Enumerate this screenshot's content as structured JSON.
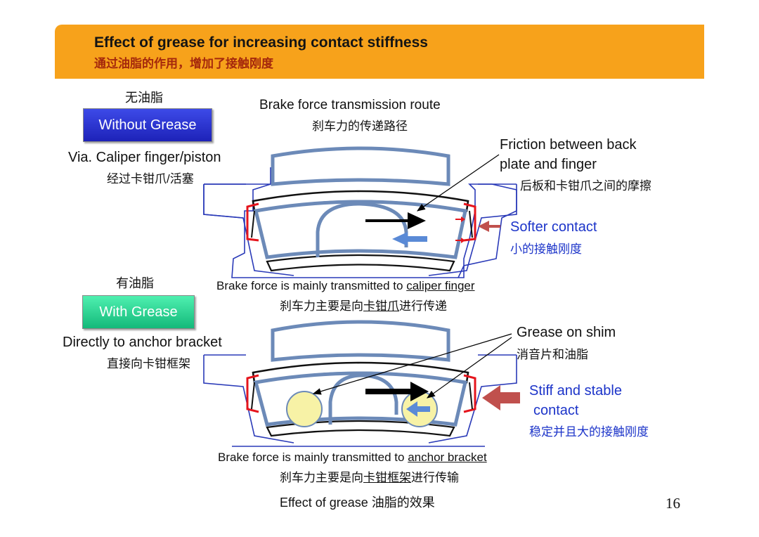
{
  "header": {
    "title": "Effect of grease for increasing contact stiffness",
    "subtitle": "通过油脂的作用，增加了接触刚度"
  },
  "top": {
    "cn_label": "无油脂",
    "button_label": "Without Grease",
    "via_en": "Via. Caliper finger/piston",
    "via_cn": "经过卡钳爪/活塞",
    "route_en": "Brake force transmission route",
    "route_cn": "刹车力的传递路径",
    "friction_en_1": "Friction between back",
    "friction_en_2": "plate and finger",
    "friction_cn": "后板和卡钳爪之间的摩擦",
    "softer_en": "Softer contact",
    "softer_cn": "小的接触刚度",
    "caption_prefix": "Brake force is mainly transmitted to ",
    "caption_emph": "caliper finger",
    "caption_cn_prefix": "刹车力主要是向",
    "caption_cn_emph": "卡钳爪",
    "caption_cn_suffix": "进行传递"
  },
  "bottom": {
    "cn_label": "有油脂",
    "button_label": "With Grease",
    "direct_en": "Directly to anchor bracket",
    "direct_cn": "直接向卡钳框架",
    "shim_en": "Grease on shim",
    "shim_cn": "消音片和油脂",
    "stiff_en_1": "Stiff and stable",
    "stiff_en_2": "contact",
    "stiff_cn": "稳定并且大的接触刚度",
    "caption_prefix": "Brake force is mainly transmitted to ",
    "caption_emph": "anchor bracket",
    "caption_cn_prefix": "刹车力主要是向",
    "caption_cn_emph": "卡钳框架",
    "caption_cn_suffix": "进行传输"
  },
  "footer": {
    "caption": "Effect of grease  油脂的效果",
    "page_number": "16"
  },
  "colors": {
    "header_bg": "#f7a21b",
    "header_sub": "#a5280c",
    "outline_blue": "#2a3ab8",
    "pad_blue": "#6c8ab8",
    "grease_fill": "#f7f2a6",
    "arrow_red": "#c0504d",
    "arrow_blue": "#5a8ad6",
    "contact_red": "#e5141c"
  }
}
